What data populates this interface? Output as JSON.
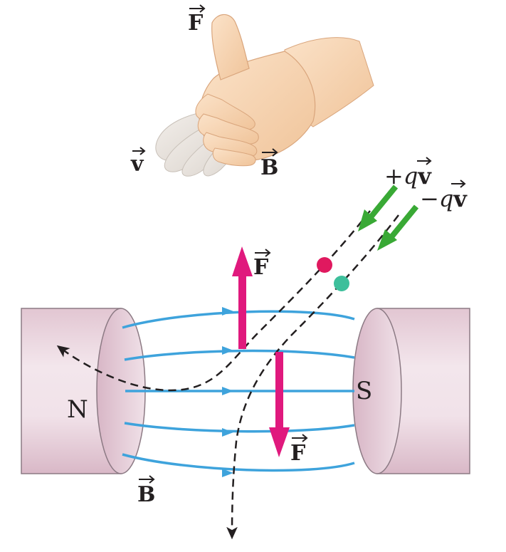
{
  "hand": {
    "force_label": "F",
    "velocity_label": "v",
    "field_label": "B"
  },
  "magnet": {
    "north_label": "N",
    "south_label": "S",
    "field_label": "B",
    "pole_color": "#e7cdd8",
    "field_line_color": "#3ea3dc"
  },
  "particles": {
    "positive_label": "+q",
    "positive_vec": "v",
    "negative_label": "−q",
    "negative_vec": "v",
    "positive_color": "#e0195f",
    "negative_color": "#3dbf9b",
    "arrow_color": "#39a935"
  },
  "forces": {
    "upper_label": "F",
    "lower_label": "F",
    "color": "#e0197d"
  }
}
